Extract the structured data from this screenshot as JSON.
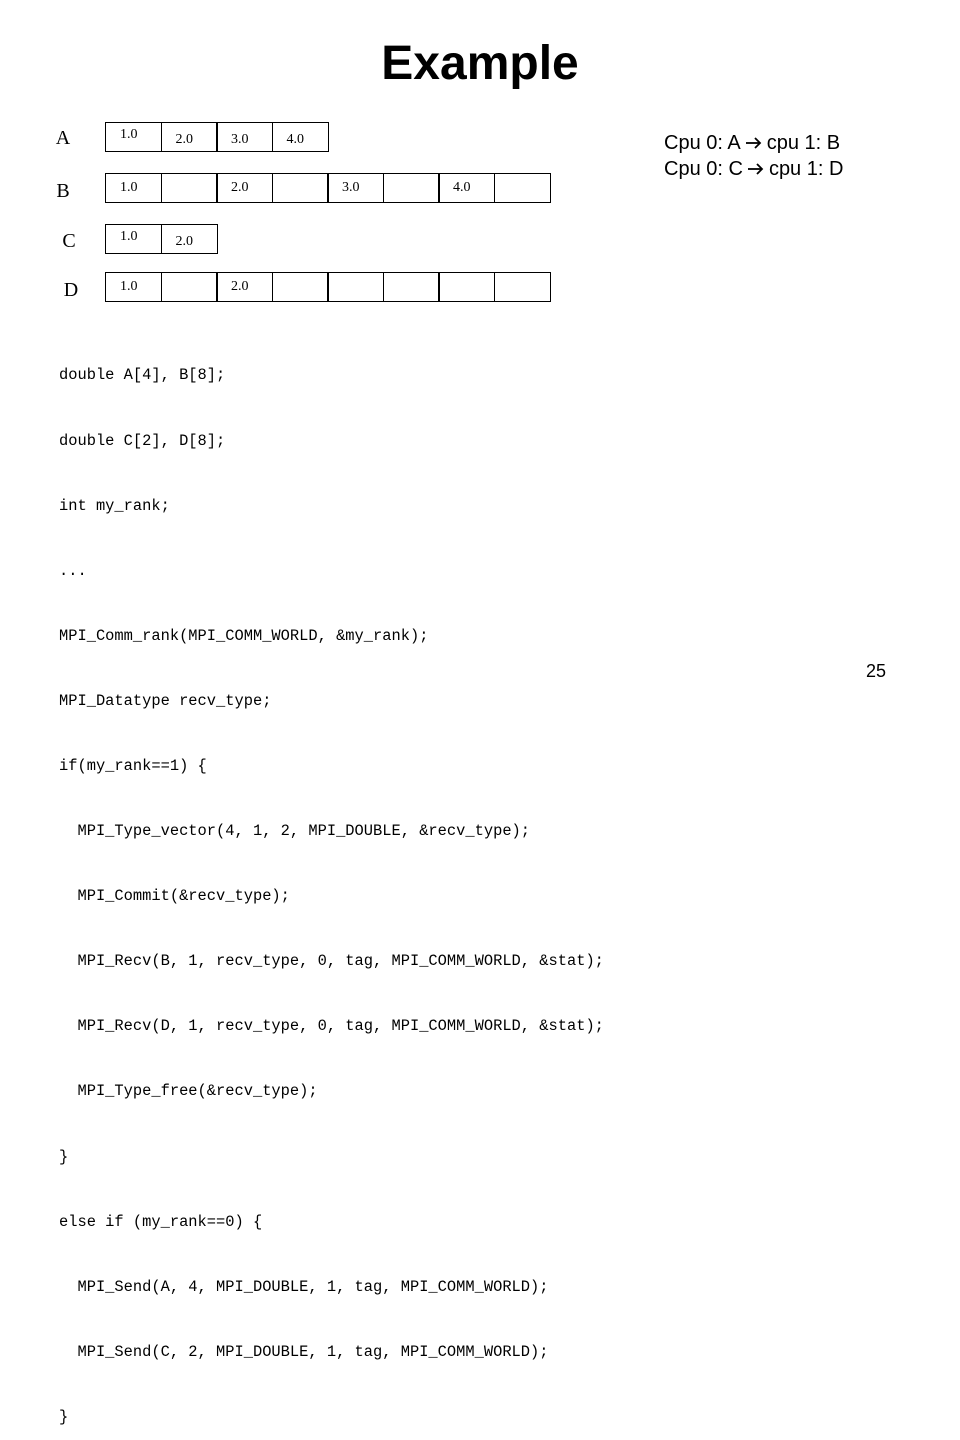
{
  "title": "Example",
  "arrays": {
    "A": {
      "label": "A",
      "cells": [
        "1.0",
        "2.0",
        "3.0",
        "4.0"
      ]
    },
    "B": {
      "label": "B",
      "cells": [
        "1.0",
        "",
        "2.0",
        "",
        "3.0",
        "",
        "4.0",
        ""
      ]
    },
    "C": {
      "label": "C",
      "cells": [
        "1.0",
        "2.0"
      ]
    },
    "D": {
      "label": "D",
      "cells": [
        "1.0",
        "",
        "2.0",
        "",
        "",
        "",
        "",
        ""
      ]
    }
  },
  "note": {
    "line1": {
      "from": "Cpu 0: A",
      "to": "cpu 1: B"
    },
    "line2": {
      "from": "Cpu 0: C",
      "to": "cpu 1: D"
    },
    "arrow_icon": "right-arrow"
  },
  "code_lines": [
    "double A[4], B[8];",
    "double C[2], D[8];",
    "int my_rank;",
    "...",
    "MPI_Comm_rank(MPI_COMM_WORLD, &my_rank);",
    "MPI_Datatype recv_type;",
    "if(my_rank==1) {",
    "  MPI_Type_vector(4, 1, 2, MPI_DOUBLE, &recv_type);",
    "  MPI_Commit(&recv_type);",
    "  MPI_Recv(B, 1, recv_type, 0, tag, MPI_COMM_WORLD, &stat);",
    "  MPI_Recv(D, 1, recv_type, 0, tag, MPI_COMM_WORLD, &stat);",
    "  MPI_Type_free(&recv_type);",
    "}",
    "else if (my_rank==0) {",
    "  MPI_Send(A, 4, MPI_DOUBLE, 1, tag, MPI_COMM_WORLD);",
    "  MPI_Send(C, 2, MPI_DOUBLE, 1, tag, MPI_COMM_WORLD);",
    "}"
  ],
  "page_number": "25"
}
